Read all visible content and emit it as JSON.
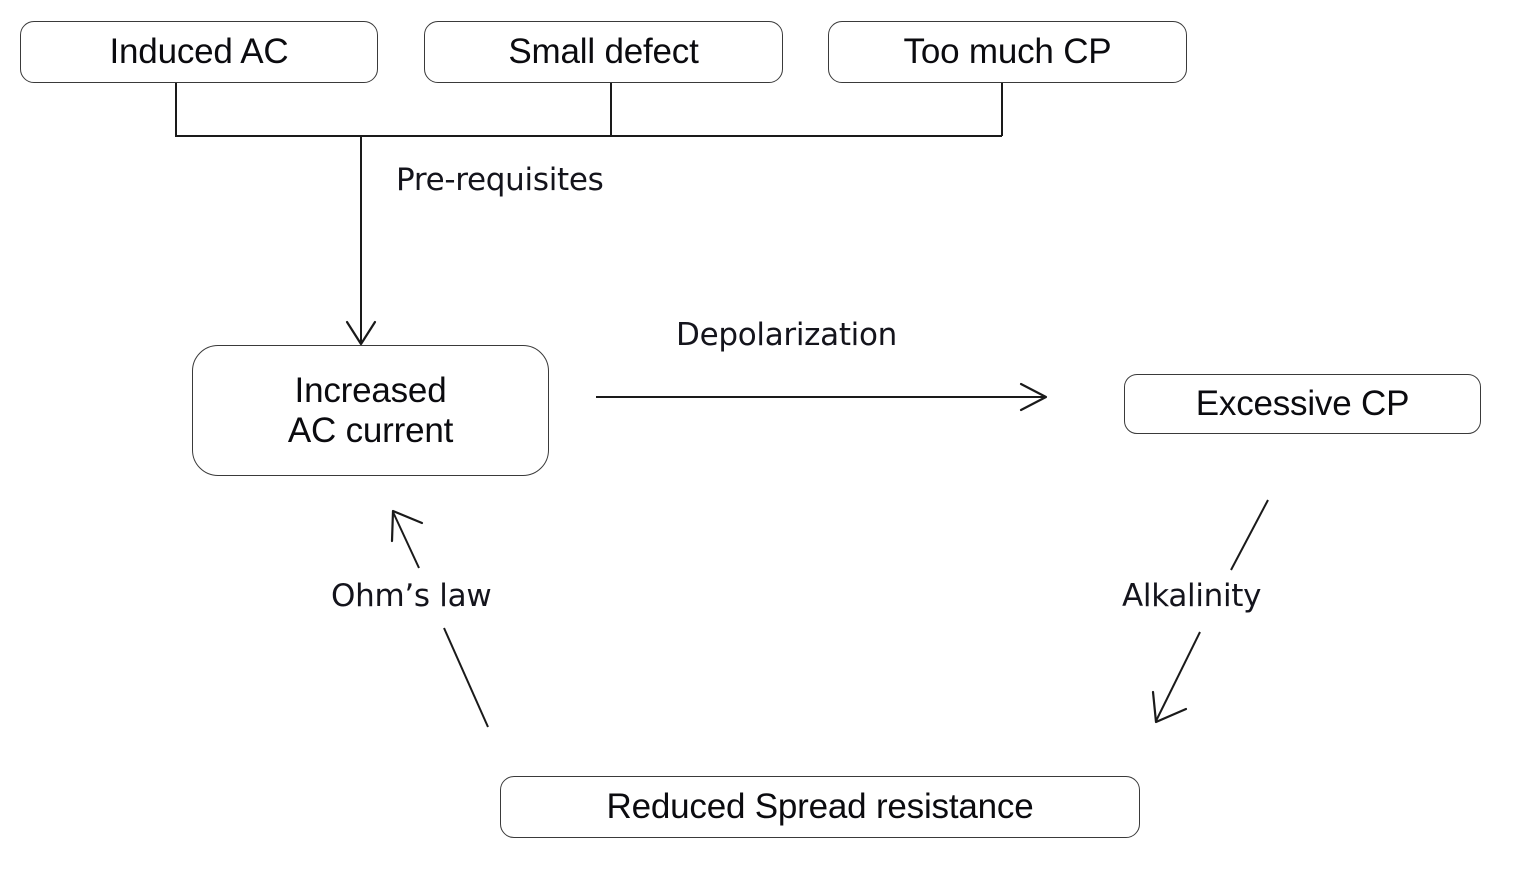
{
  "diagram": {
    "title": "AC corrosion mechanism flow diagram",
    "background_color": "#ffffff",
    "stroke_color": "#1a1a1a",
    "node_border_color": "#3a3a3a",
    "text_color": "#0b0b0f",
    "nodes": [
      {
        "id": "induced-ac",
        "label": "Induced AC"
      },
      {
        "id": "small-defect",
        "label": "Small defect"
      },
      {
        "id": "too-much-cp",
        "label": "Too much CP"
      },
      {
        "id": "increased-ac",
        "label": "Increased\nAC current"
      },
      {
        "id": "excessive-cp",
        "label": "Excessive CP"
      },
      {
        "id": "reduced-spread-r",
        "label": "Reduced Spread resistance"
      }
    ],
    "edges": [
      {
        "id": "prerequisites",
        "label": "Pre-requisites",
        "from": "induced-ac, small-defect, too-much-cp",
        "to": "increased-ac"
      },
      {
        "id": "depolarization",
        "label": "Depolarization",
        "from": "increased-ac",
        "to": "excessive-cp"
      },
      {
        "id": "alkalinity",
        "label": "Alkalinity",
        "from": "excessive-cp",
        "to": "reduced-spread-r"
      },
      {
        "id": "ohms-law",
        "label": "Ohm’s law",
        "from": "reduced-spread-r",
        "to": "increased-ac"
      }
    ]
  }
}
